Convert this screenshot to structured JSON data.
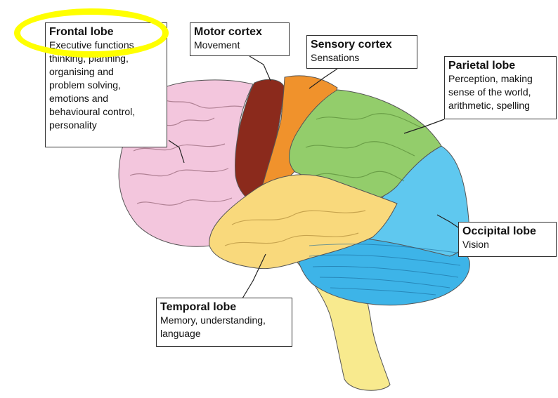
{
  "colors": {
    "frontal": "#f3c6dd",
    "motor": "#8b2a1c",
    "sensory": "#f0922c",
    "parietal": "#93cd6b",
    "temporal": "#f9d97c",
    "occipital": "#5fc8ef",
    "cerebellum": "#3db4e8",
    "brainstem": "#f8ea8e",
    "highlight": "#ffff00",
    "outline": "#333333"
  },
  "labels": {
    "frontal": {
      "title": "Frontal lobe",
      "desc": "Executive functions,\nthinking, planning,\norganising and\nproblem solving,\nemotions and\nbehavioural control,\npersonality"
    },
    "motor": {
      "title": "Motor cortex",
      "desc": "Movement"
    },
    "sensory": {
      "title": "Sensory cortex",
      "desc": "Sensations"
    },
    "parietal": {
      "title": "Parietal lobe",
      "desc": "Perception, making\nsense of the world,\narithmetic, spelling"
    },
    "occipital": {
      "title": "Occipital lobe",
      "desc": "Vision"
    },
    "temporal": {
      "title": "Temporal lobe",
      "desc": "Memory, understanding,\nlanguage"
    }
  }
}
